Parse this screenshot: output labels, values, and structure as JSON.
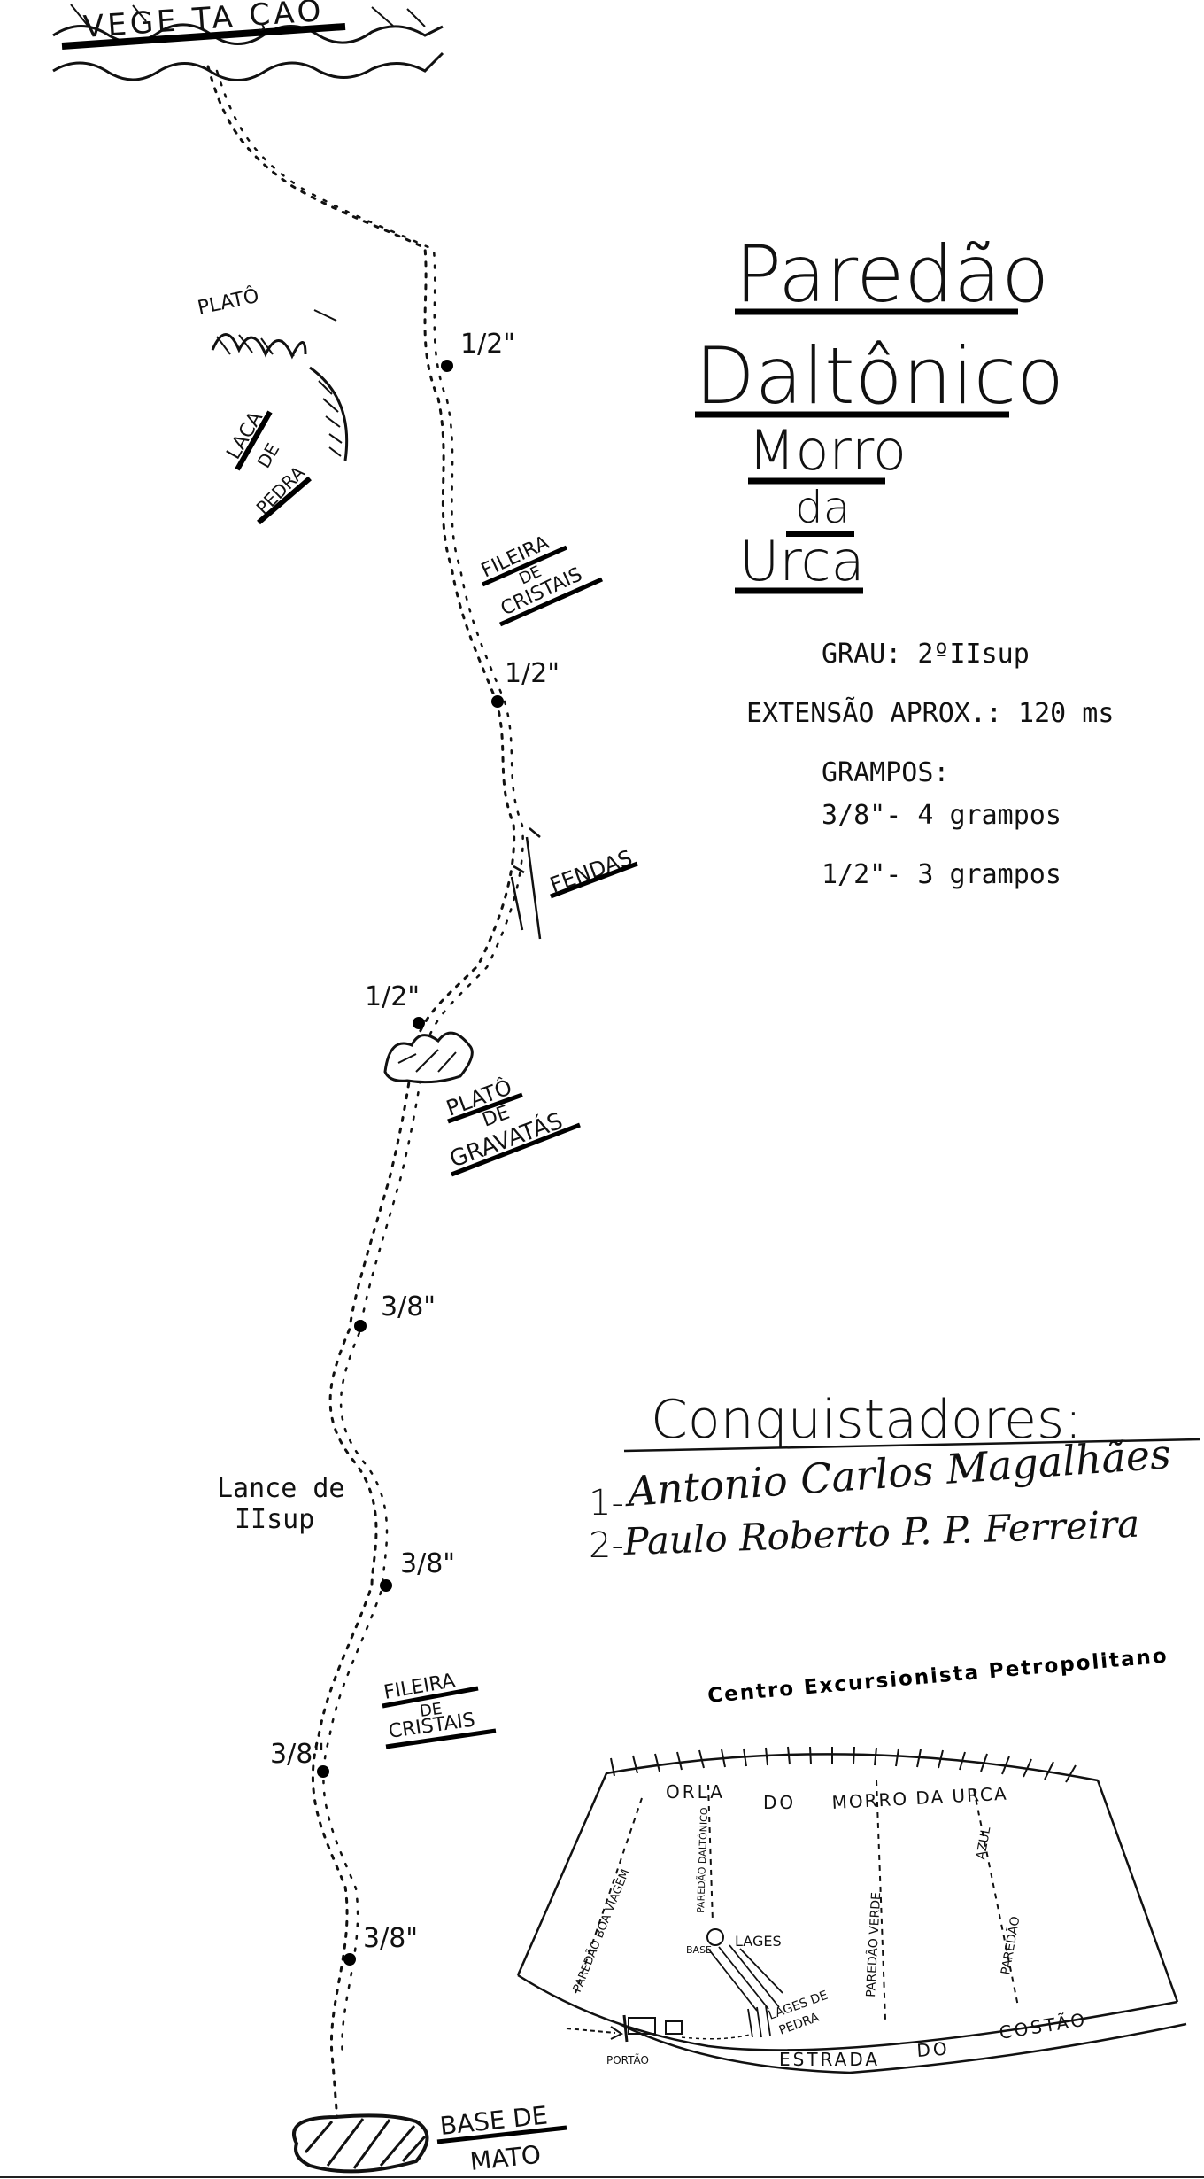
{
  "title": {
    "line1": "Paredão",
    "line2": "Daltônico",
    "line3": "Morro",
    "line4": "da",
    "line5": "Urca"
  },
  "info": {
    "grau": "GRAU: 2ºIIsup",
    "extensao": "EXTENSÃO APROX.: 120 ms",
    "grampos_heading": "GRAMPOS:",
    "grampos_38": "3/8\"- 4 grampos",
    "grampos_12": "1/2\"- 3 grampos"
  },
  "route_labels": {
    "vegetacao": "VEGE TA ÇÃO",
    "plato_top": "PLATÔ",
    "laca_1": "LACA",
    "laca_2": "DE",
    "laca_3": "PEDRA",
    "fileira_top_1": "FILEIRA",
    "fileira_top_2": "DE",
    "fileira_top_3": "CRISTAIS",
    "fendas": "FENDAS",
    "plato_grav_1": "PLATÔ",
    "plato_grav_2": "DE",
    "plato_grav_3": "GRAVATÁS",
    "lance_1": "Lance de",
    "lance_2": "IIsup",
    "fileira_low_1": "FILEIRA",
    "fileira_low_2": "DE",
    "fileira_low_3": "CRISTAIS",
    "base_1": "BASE DE",
    "base_2": "MATO"
  },
  "bolts": {
    "b1": "1/2\"",
    "b2": "1/2\"",
    "b3": "1/2\"",
    "b4": "3/8\"",
    "b5": "3/8\"",
    "b6": "3/8\"",
    "b7": "3/8\""
  },
  "conquistadores": {
    "heading": "Conquistadores:",
    "c1_num": "1-",
    "c1_name": "Antonio Carlos Magalhães",
    "c2_num": "2-",
    "c2_name": "Paulo Roberto P. P. Ferreira"
  },
  "club": "Centro Excursionista Petropolitano",
  "map": {
    "orla_1": "ORLA",
    "orla_2": "DO",
    "orla_3": "MORRO DA URCA",
    "route_boa_viagem": "PAREDÃO BOA VIAGEM",
    "route_daltonico": "PAREDÃO DALTÔNICO",
    "route_verde": "PAREDÃO VERDE",
    "route_azul_1": "AZUL",
    "route_azul_2": "PAREDÃO",
    "base": "BASE",
    "lages": "LAGES",
    "lages_pedra_1": "LAGES DE",
    "lages_pedra_2": "PEDRA",
    "portao": "PORTÃO",
    "estrada_1": "ESTRADA",
    "estrada_2": "DO",
    "estrada_3": "COSTÃO"
  }
}
